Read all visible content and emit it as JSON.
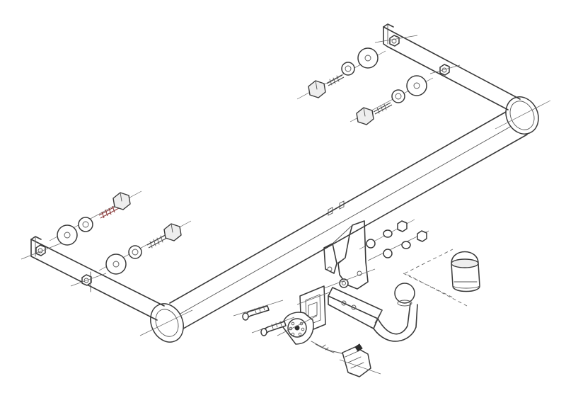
{
  "diagram": {
    "kind": "exploded-view",
    "colors": {
      "line": "#3a3a3a",
      "background": "#ffffff",
      "accent_bolt": "#8a3b3b"
    },
    "parts": [
      "crossbar-tube",
      "left-side-arm",
      "right-side-arm",
      "mounting-bracket",
      "tow-ball-neck",
      "ball-cap",
      "socket-plate",
      "electrical-socket",
      "wiring-connector",
      "bolts",
      "washers",
      "nuts"
    ]
  }
}
